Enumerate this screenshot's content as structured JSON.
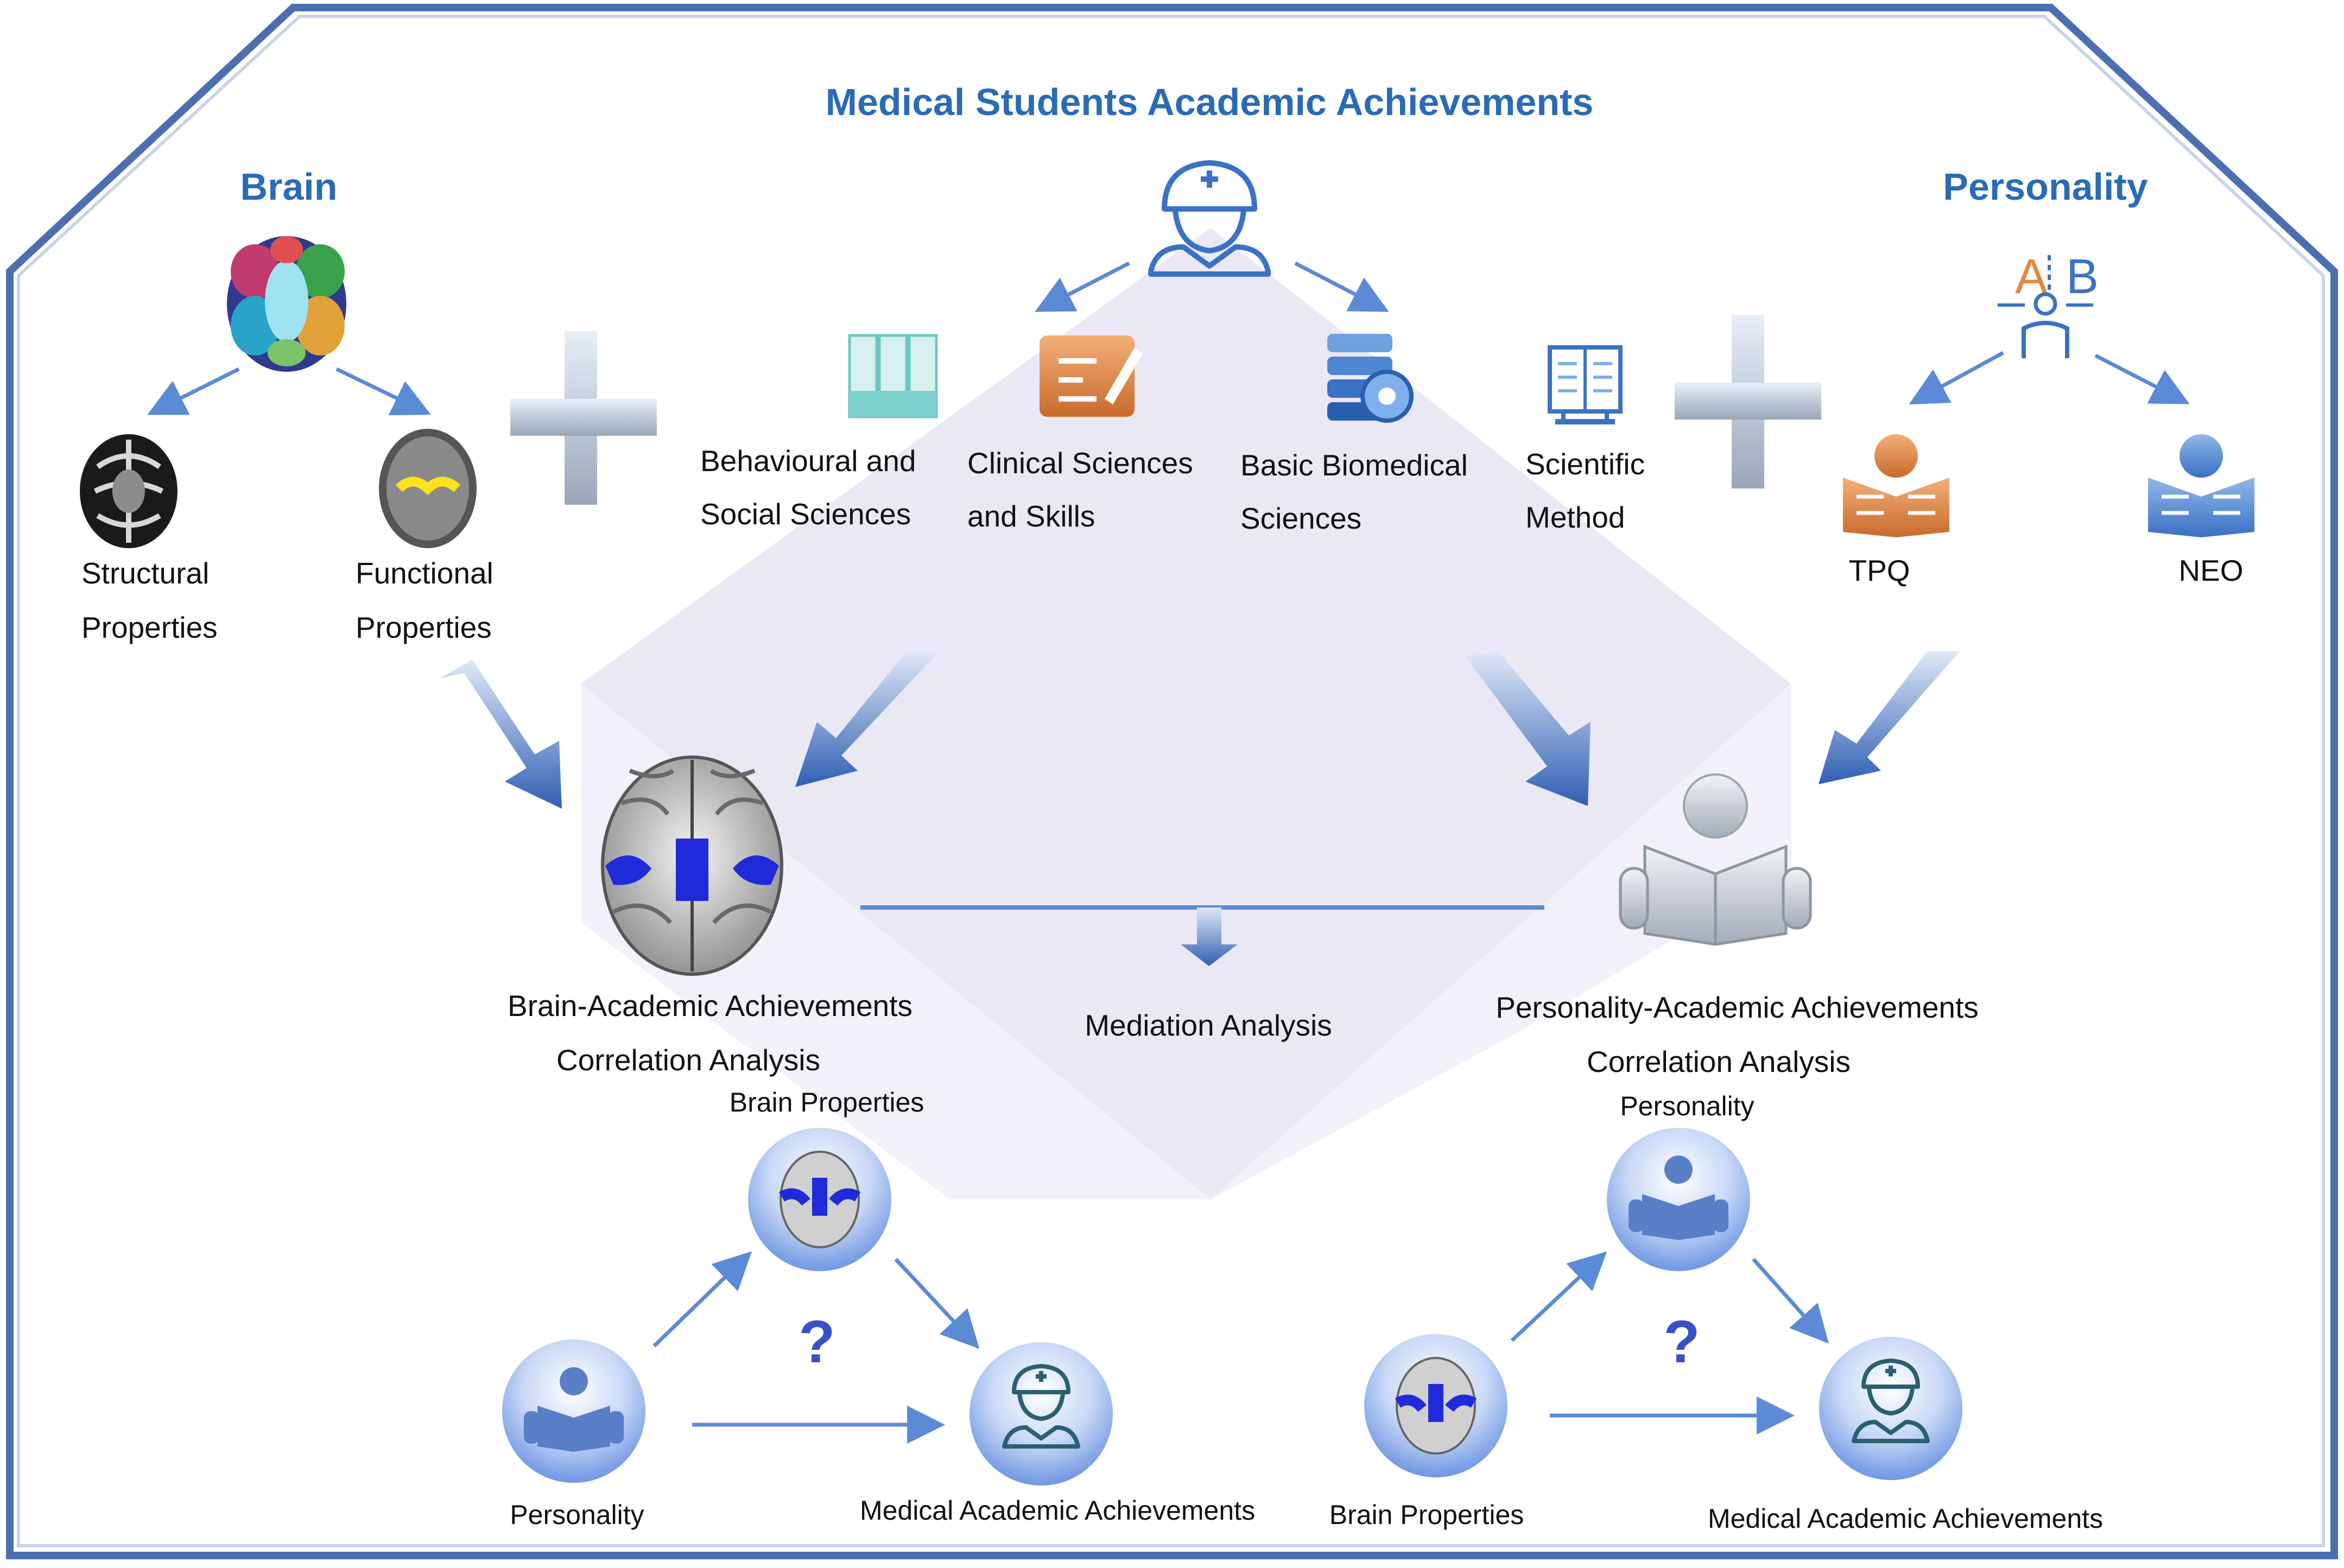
{
  "title": "Medical Students Academic Achievements",
  "brain": {
    "heading": "Brain",
    "structural": [
      "Structural",
      "Properties"
    ],
    "functional": [
      "Functional",
      "Properties"
    ]
  },
  "personality": {
    "heading": "Personality",
    "tpq": "TPQ",
    "neo": "NEO"
  },
  "subjects": [
    [
      "Behavioural and",
      "Social Sciences"
    ],
    [
      "Clinical Sciences",
      "and Skills"
    ],
    [
      "Basic Biomedical",
      "Sciences"
    ],
    [
      "Scientific",
      "Method"
    ]
  ],
  "analysis": {
    "brain_corr": [
      "Brain-Academic Achievements",
      "Correlation Analysis"
    ],
    "mediation": "Mediation Analysis",
    "pers_corr": [
      "Personality-Academic Achievements",
      "Correlation Analysis"
    ]
  },
  "mediation_left": {
    "top": "Brain Properties",
    "left": "Personality",
    "right": "Medical Academic Achievements",
    "question": "?"
  },
  "mediation_right": {
    "top": "Personality",
    "left": "Brain Properties",
    "right": "Medical Academic Achievements",
    "question": "?"
  },
  "colors": {
    "frame": "#4b6fb0",
    "heading": "#2a6bb5",
    "arrow": "#5b8ad6",
    "orange": "#e08a44",
    "teal": "#7fd3cf",
    "brain_blue": "#1f2bd8"
  }
}
